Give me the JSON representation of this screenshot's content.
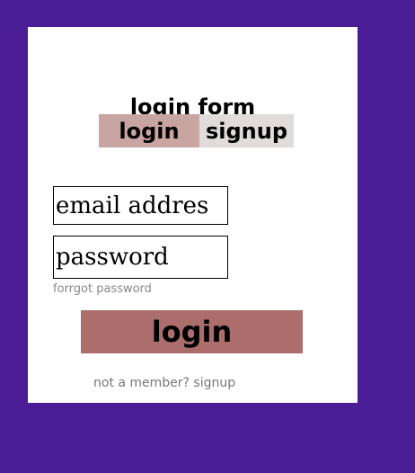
{
  "colors": {
    "background": "#4a1d96",
    "card": "#ffffff",
    "tab_active": "#c9a5a2",
    "tab_inactive": "#e1dcdb",
    "button": "#ab6e6c",
    "muted_text": "#888888"
  },
  "form": {
    "title": "login form",
    "tabs": [
      {
        "label": "login",
        "active": true
      },
      {
        "label": "signup",
        "active": false
      }
    ],
    "email": {
      "placeholder": "email addres",
      "value": ""
    },
    "password": {
      "placeholder": "password",
      "value": ""
    },
    "forgot_label": "forrgot password",
    "login_label": "login",
    "signup_prompt": "not a member? signup"
  }
}
